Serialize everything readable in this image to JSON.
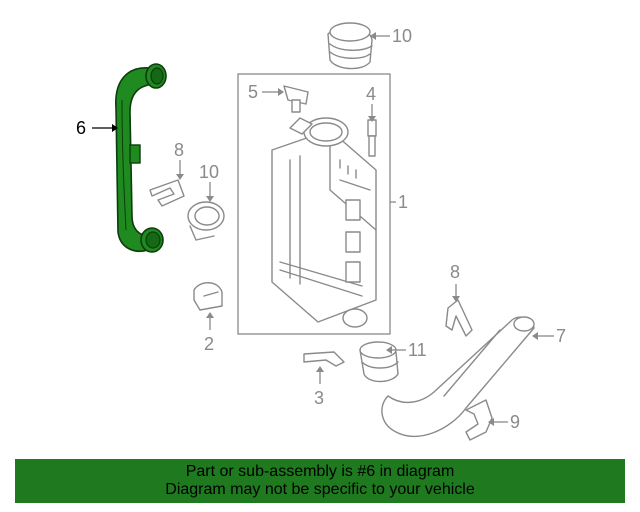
{
  "highlight_color": "#1f8a1f",
  "banner_color": "#1f7a1f",
  "callouts": {
    "c1": "1",
    "c2": "2",
    "c3": "3",
    "c4": "4",
    "c5": "5",
    "c6": "6",
    "c7": "7",
    "c8a": "8",
    "c8b": "8",
    "c9": "9",
    "c10a": "10",
    "c10b": "10",
    "c11": "11"
  },
  "banner": {
    "line1": "Part or sub-assembly is #6 in diagram",
    "line2": "Diagram may not be specific to your vehicle"
  }
}
